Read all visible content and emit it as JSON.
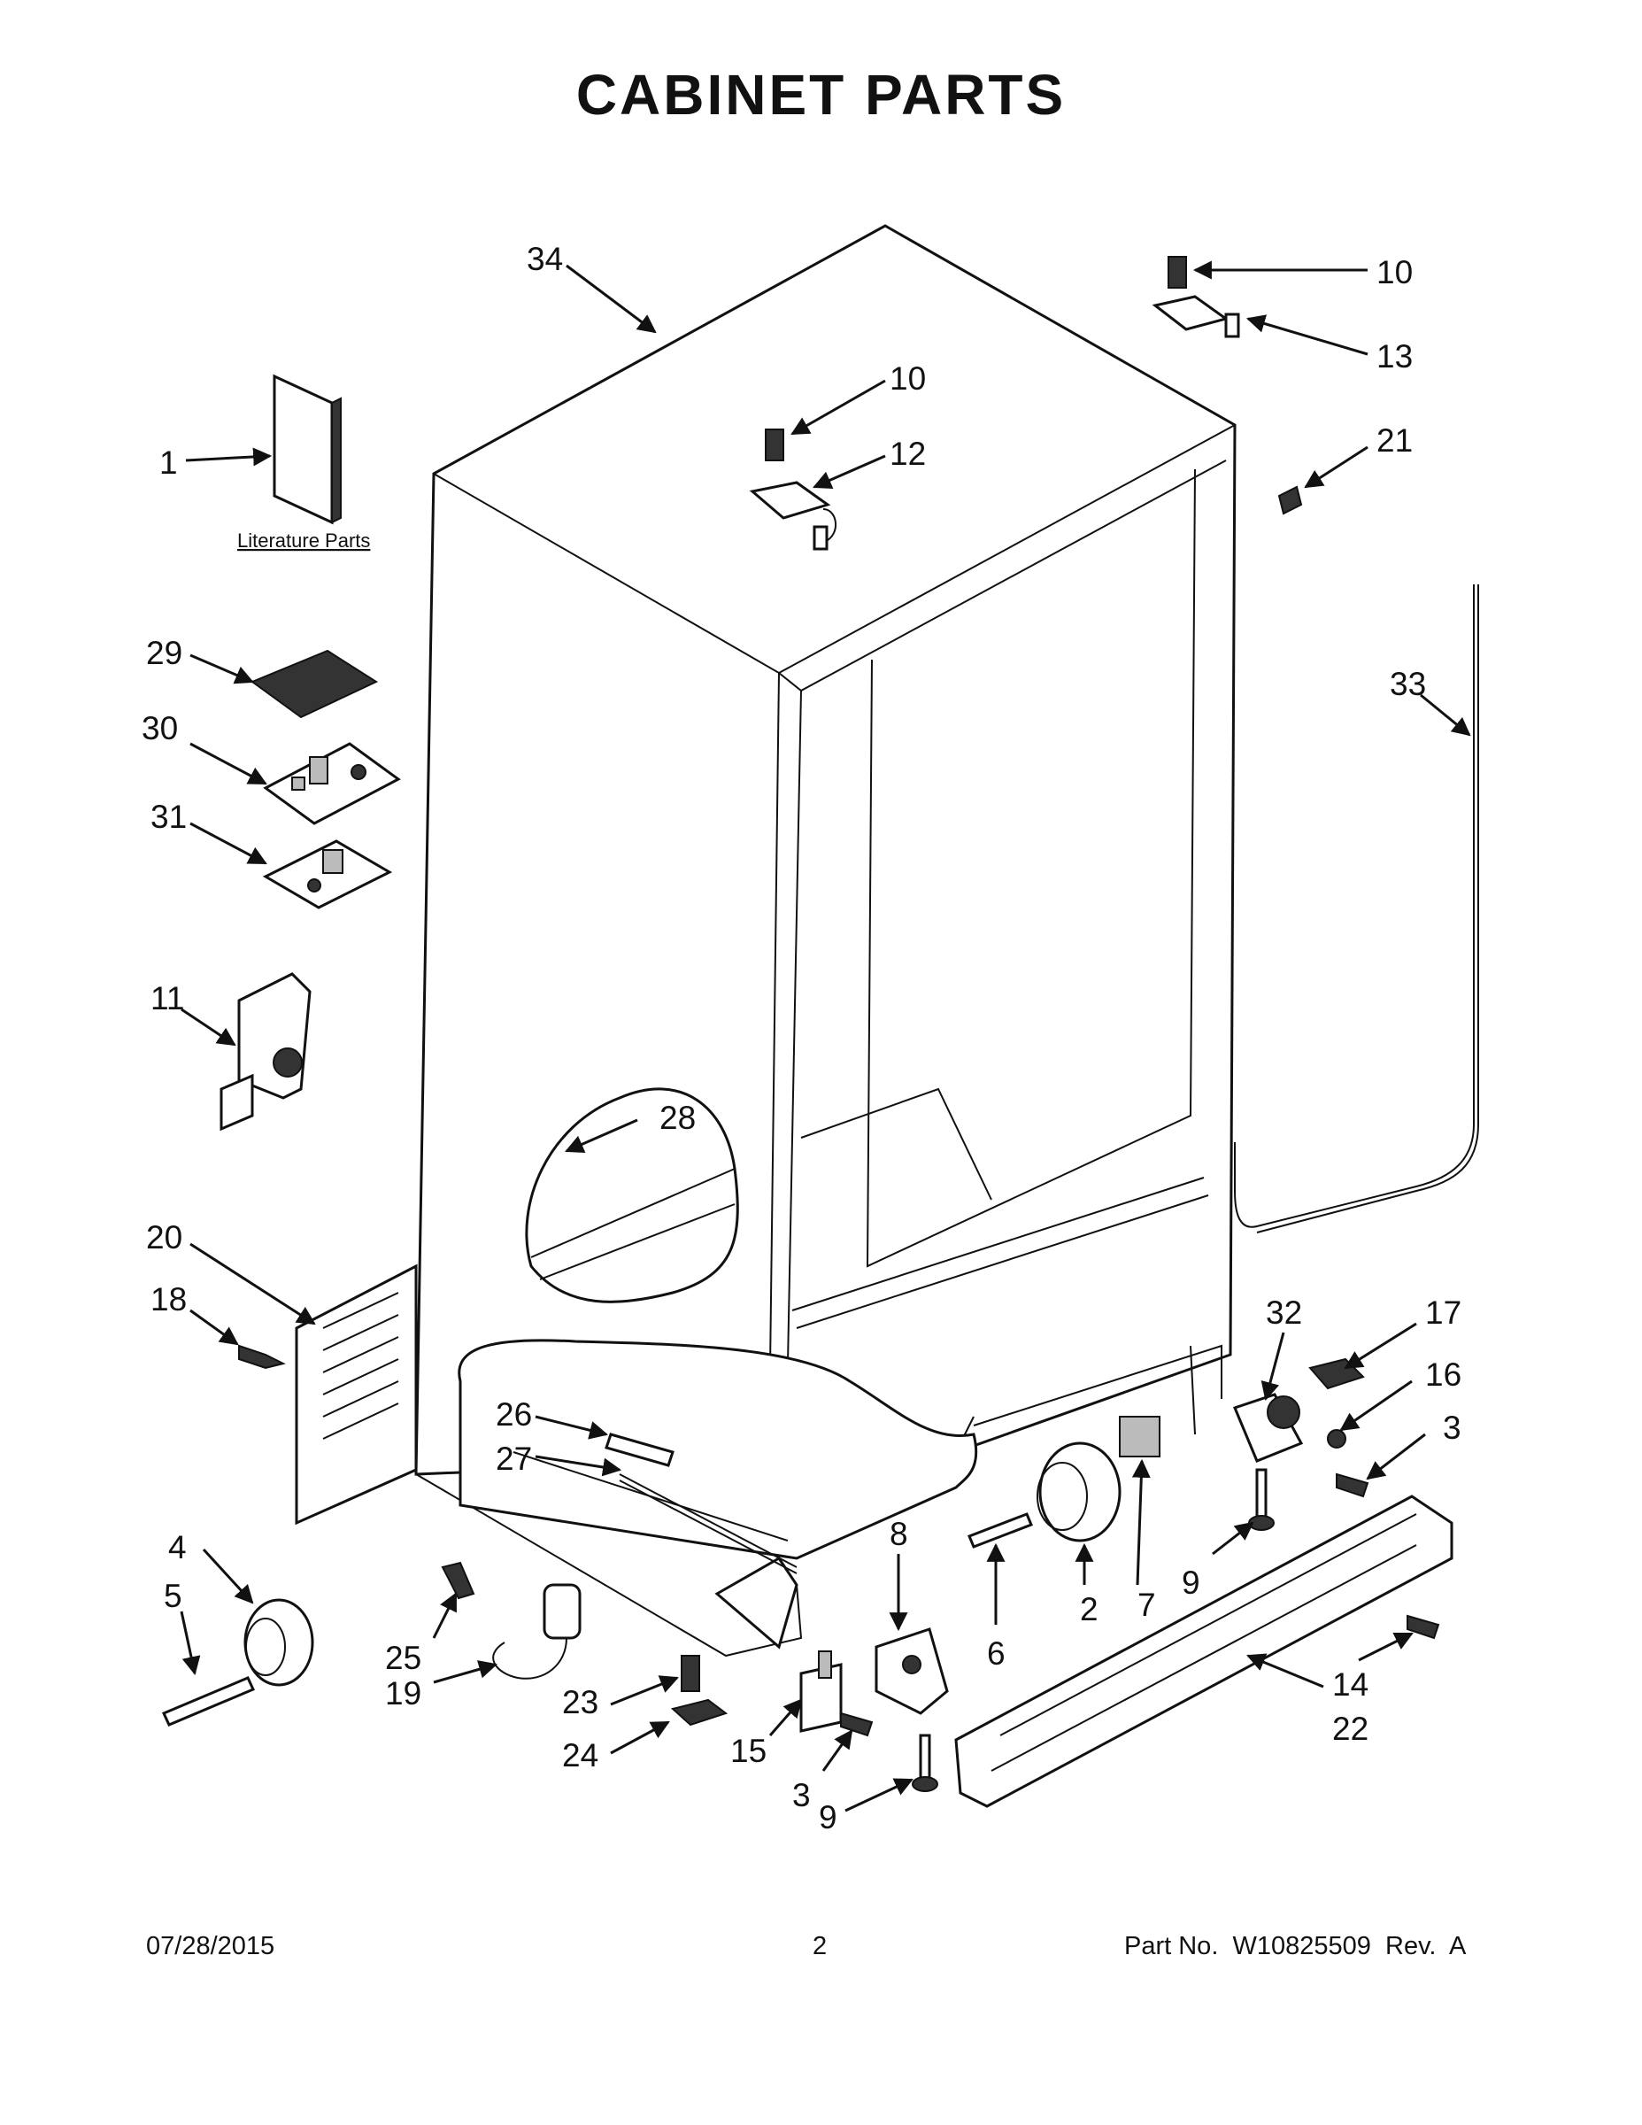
{
  "title": "CABINET PARTS",
  "literature_caption": "Literature Parts",
  "footer": {
    "date": "07/28/2015",
    "page": "2",
    "part_no": "Part No.  W10825509  Rev.  A"
  },
  "callouts": {
    "c1": "1",
    "c2": "2",
    "c3a": "3",
    "c3b": "3",
    "c4": "4",
    "c5": "5",
    "c6": "6",
    "c7": "7",
    "c8": "8",
    "c9a": "9",
    "c9b": "9",
    "c10a": "10",
    "c10b": "10",
    "c11": "11",
    "c12": "12",
    "c13": "13",
    "c14": "14",
    "c15": "15",
    "c16": "16",
    "c17": "17",
    "c18": "18",
    "c19": "19",
    "c20": "20",
    "c21": "21",
    "c22": "22",
    "c23": "23",
    "c24": "24",
    "c25": "25",
    "c26": "26",
    "c27": "27",
    "c28": "28",
    "c29": "29",
    "c30": "30",
    "c31": "31",
    "c32": "32",
    "c33": "33",
    "c34": "34"
  }
}
